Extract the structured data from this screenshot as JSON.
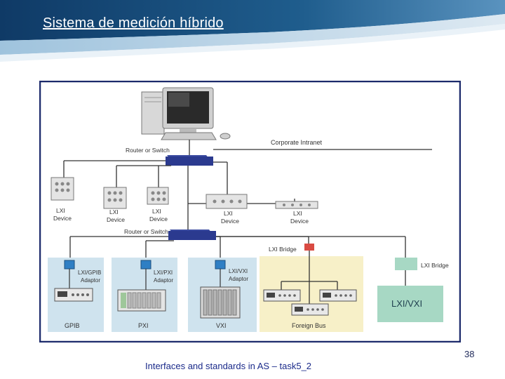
{
  "slide": {
    "title": "Sistema de medición híbrido",
    "page_number": "38",
    "footer": "Interfaces and standards in AS – task5_2"
  },
  "diagram": {
    "router_top_label": "Router or Switch",
    "router_mid_label": "Router or Switch",
    "intranet_label": "Corporate Intranet",
    "lxi_device_label_1": "LXI",
    "lxi_device_label_2": "Device",
    "lxi_bridge_label": "LXI Bridge",
    "lxi_bridge_right_label": "LXI Bridge",
    "gpib_adaptor_1": "LXI/GPIB",
    "gpib_adaptor_2": "Adaptor",
    "pxi_adaptor_1": "LXI/PXI",
    "pxi_adaptor_2": "Adaptor",
    "vxi_adaptor_1": "LXI/VXI",
    "vxi_adaptor_2": "Adaptor",
    "gpib_label": "GPIB",
    "pxi_label": "PXI",
    "vxi_label": "VXI",
    "foreign_bus_label": "Foreign Bus",
    "lxi_vxi_box_label": "LXI/VXI"
  },
  "colors": {
    "banner": "#1b4f7e",
    "frame_border": "#1c2a6b",
    "panel_blue": "#cfe3ee",
    "panel_yellow": "#f7f0c8",
    "lxi_vxi_box": "#a7d8c4",
    "router": "#2b3a8f",
    "bridge_red": "#d94b43"
  }
}
